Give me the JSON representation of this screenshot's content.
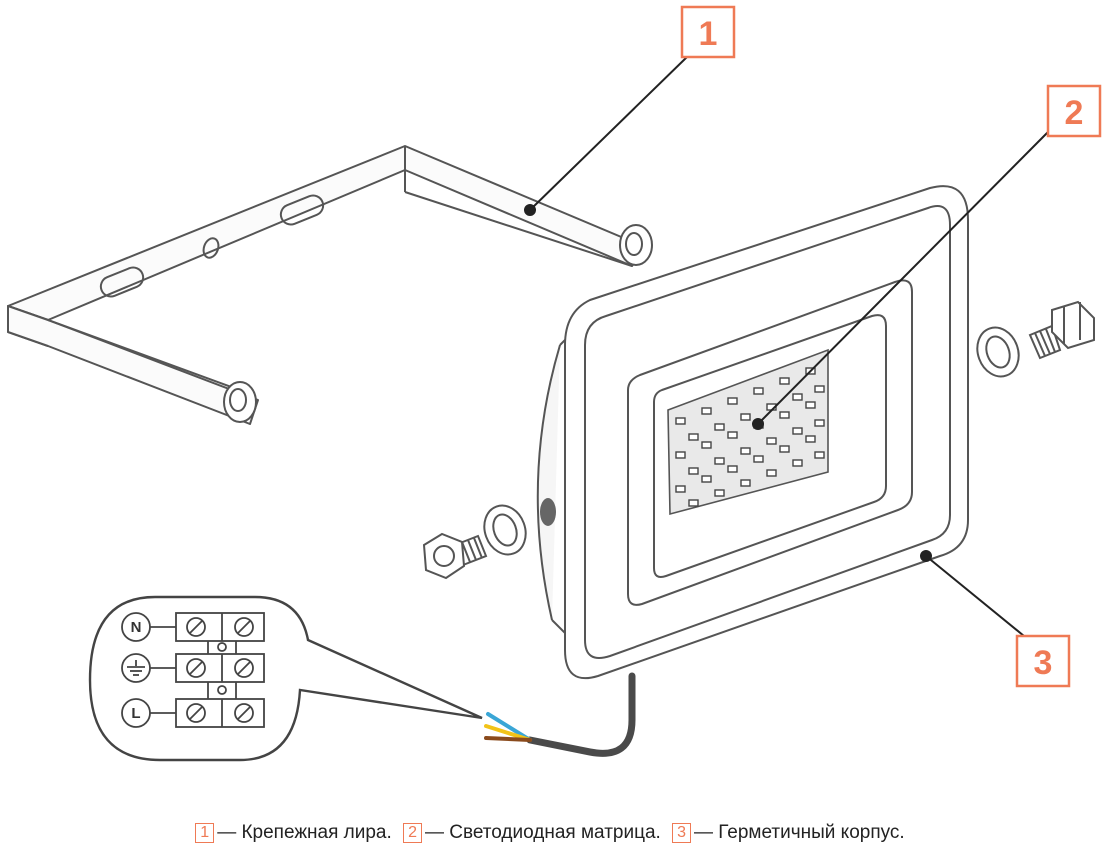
{
  "callouts": [
    {
      "number": "1",
      "color": "#ef7a55"
    },
    {
      "number": "2",
      "color": "#ef7a55"
    },
    {
      "number": "3",
      "color": "#ef7a55"
    }
  ],
  "terminals": {
    "neutral": "N",
    "live": "L",
    "ground_symbol": "ground-icon"
  },
  "wire_colors": {
    "blue": "#3aa6d6",
    "yellow": "#f2c318",
    "brown": "#8a4a1c",
    "cable": "#4a4a4a"
  },
  "legend": {
    "items": [
      {
        "number": "1",
        "text": "— Крепежная лира."
      },
      {
        "number": "2",
        "text": "— Светодиодная матрица."
      },
      {
        "number": "3",
        "text": "— Герметичный корпус."
      }
    ]
  }
}
